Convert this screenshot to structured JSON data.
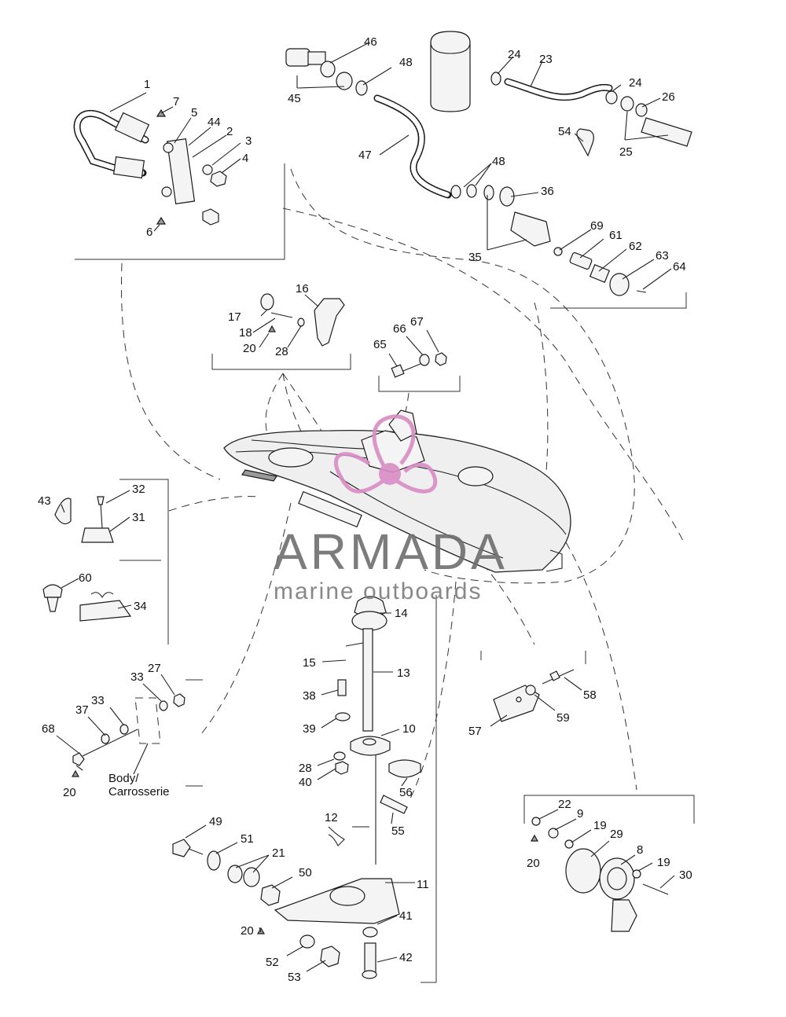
{
  "watermark": {
    "title": "ARMADA",
    "subtitle": "marine outboards",
    "accent_color": "#d98cc4",
    "text_color": "#6e6e6e"
  },
  "body_label": {
    "line1": "Body/",
    "line2": "Carrosserie"
  },
  "callouts": {
    "n1": "1",
    "n2": "2",
    "n3": "3",
    "n4": "4",
    "n5": "5",
    "n6": "6",
    "n7": "7",
    "n8": "8",
    "n9": "9",
    "n10": "10",
    "n11": "11",
    "n12": "12",
    "n13": "13",
    "n14": "14",
    "n15": "15",
    "n16": "16",
    "n17": "17",
    "n18": "18",
    "n19a": "19",
    "n19b": "19",
    "n20a": "20",
    "n20b": "20",
    "n20c": "20",
    "n20d": "20",
    "n21": "21",
    "n22": "22",
    "n23": "23",
    "n24a": "24",
    "n24b": "24",
    "n25": "25",
    "n26": "26",
    "n27": "27",
    "n28a": "28",
    "n28b": "28",
    "n29": "29",
    "n30": "30",
    "n31": "31",
    "n32": "32",
    "n33a": "33",
    "n33b": "33",
    "n34": "34",
    "n35": "35",
    "n36": "36",
    "n37": "37",
    "n38": "38",
    "n39": "39",
    "n40": "40",
    "n41": "41",
    "n42": "42",
    "n43": "43",
    "n44": "44",
    "n45": "45",
    "n46": "46",
    "n47": "47",
    "n48a": "48",
    "n48b": "48",
    "n49": "49",
    "n50": "50",
    "n51": "51",
    "n52": "52",
    "n53": "53",
    "n54": "54",
    "n55": "55",
    "n56": "56",
    "n57": "57",
    "n58": "58",
    "n59": "59",
    "n60": "60",
    "n61": "61",
    "n62": "62",
    "n63": "63",
    "n64": "64",
    "n65": "65",
    "n66": "66",
    "n67": "67",
    "n68": "68",
    "n69": "69"
  }
}
